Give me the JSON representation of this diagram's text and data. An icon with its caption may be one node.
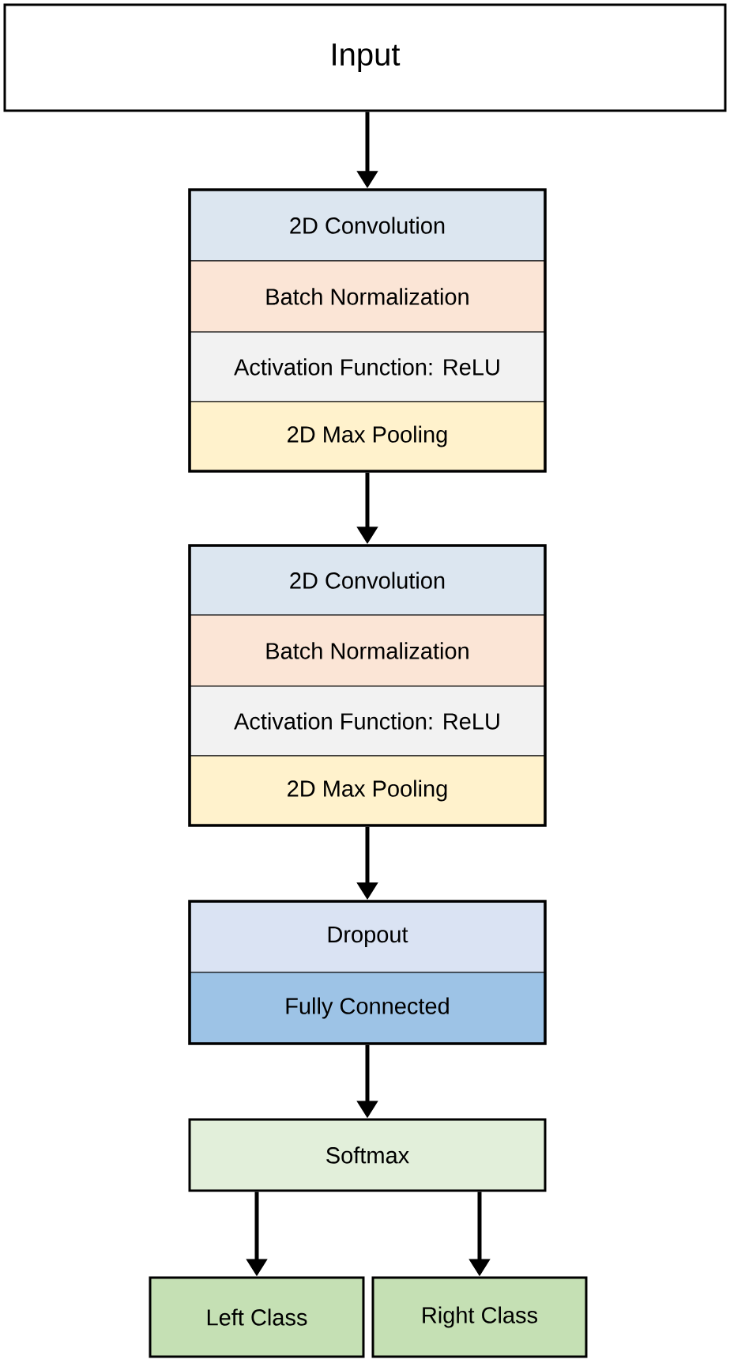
{
  "diagram": {
    "nodes": [
      {
        "text": [
          "Input"
        ]
      },
      {
        "text": [],
        "shape": "box"
      },
      {
        "text": [
          "2D Convolution"
        ],
        "in": 1
      },
      {
        "text": [
          "Batch Normalization"
        ],
        "in": 1
      },
      {
        "text": [
          "Activation Function: ReLU"
        ],
        "in": 1
      },
      {
        "text": [
          "2D Max Pooling"
        ],
        "in": 1
      },
      {
        "text": [],
        "shape": "box"
      },
      {
        "text": [
          "2D Convolution"
        ],
        "in": 6
      },
      {
        "text": [
          "Batch Normalization"
        ],
        "in": 6
      },
      {
        "text": [
          "Activation Function: ReLU"
        ],
        "in": 6
      },
      {
        "text": [
          "2D Max Pooling"
        ],
        "in": 6
      },
      {
        "text": [],
        "shape": "box"
      },
      {
        "text": [
          "Dropout"
        ],
        "in": 11
      },
      {
        "text": [
          "Fully Connected"
        ],
        "in": 11
      },
      {
        "text": [
          "Softmax"
        ]
      },
      {
        "text": [
          "Left Class"
        ]
      },
      {
        "text": [
          "Right Class"
        ]
      }
    ],
    "edges": [
      {
        "from": 0,
        "to": 1,
        "arrow": "to"
      },
      {
        "from": 1,
        "to": 6,
        "arrow": "to"
      },
      {
        "from": 6,
        "to": 11,
        "arrow": "to"
      },
      {
        "from": 11,
        "to": 14,
        "arrow": "to"
      },
      {
        "from": 14,
        "to": 15,
        "arrow": "to"
      },
      {
        "from": 14,
        "to": 16,
        "arrow": "to"
      }
    ]
  }
}
